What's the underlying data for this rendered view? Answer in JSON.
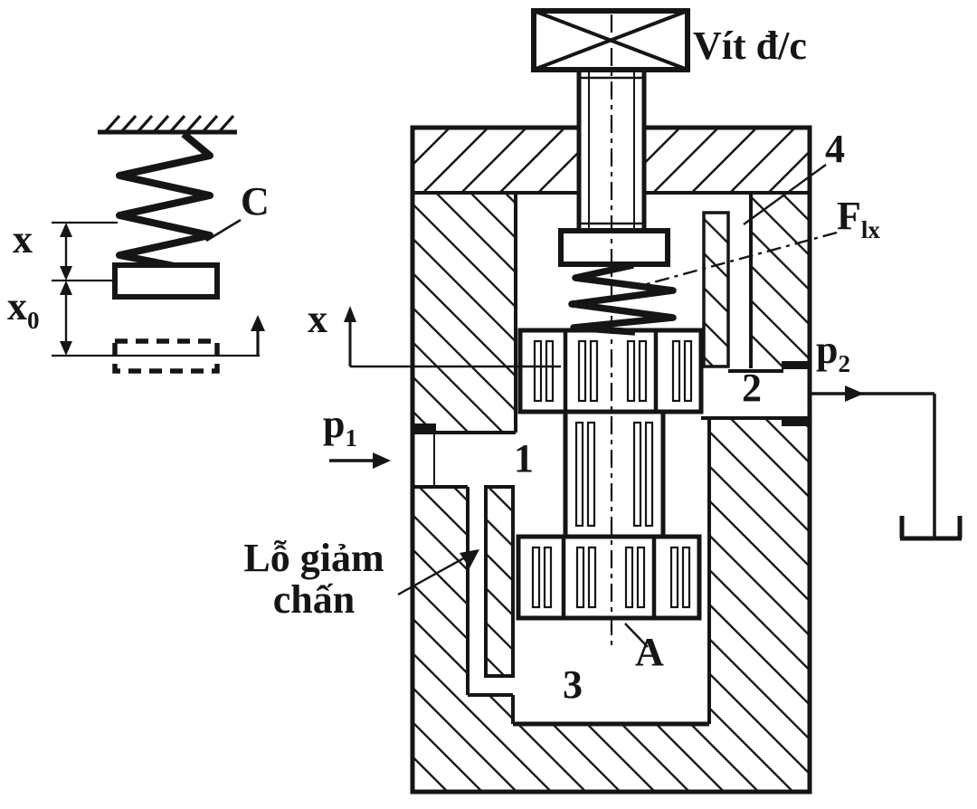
{
  "labels": {
    "adjust_screw": "Vít đ/c",
    "channel": "4",
    "spring_force_base": "F",
    "spring_force_sub": "lx",
    "p2_base": "p",
    "p2_sub": "2",
    "p1_base": "p",
    "p1_sub": "1",
    "x_axis": "x",
    "port_inlet": "1",
    "port_outlet": "2",
    "chamber": "3",
    "area": "A",
    "damping_line1": "Lỗ giảm",
    "damping_line2": "chấn"
  },
  "inset": {
    "stiffness": "C",
    "x_dim": "x",
    "x0_base": "x",
    "x0_sub": "0"
  },
  "colors": {
    "ink": "#151515",
    "paper": "#ffffff"
  }
}
